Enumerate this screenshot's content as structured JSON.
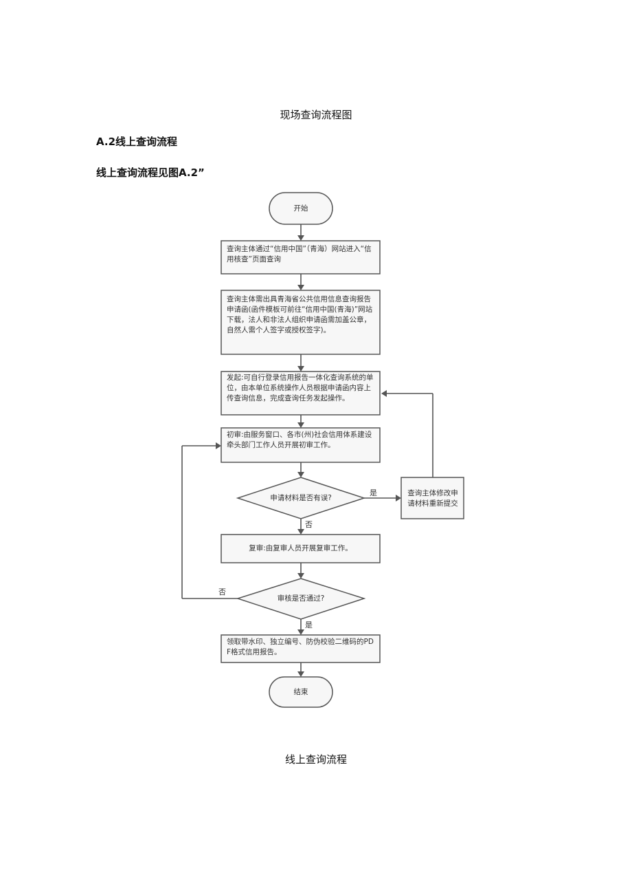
{
  "captions": {
    "top": "现场查询流程图",
    "section_heading": "A.2线上查询流程",
    "intro": "线上查询流程见图A.2”",
    "bottom": "线上查询流程"
  },
  "flowchart": {
    "start": "开始",
    "step1": "查询主体通过“信用中国”（青海）网站进入“信用核查”页面查询",
    "step2": "查询主体需出具青海省公共信用信息查询报告申请函(函件模板可前往“信用中国(青海)”网站下载，法人和非法人组织申请函需加盖公章，自然人需个人签字或授权签字)。",
    "step3": "发起:可自行登录信用报告一体化查询系统的单位，由本单位系统操作人员根据申请函内容上传查询信息，完成查询任务发起操作。",
    "step4": "初审:由服务窗口、各市(州)社会信用体系建设牵头部门工作人员开展初审工作。",
    "decision1": "申请材料是否有误?",
    "side_box": "查询主体修改申请材料重新提交",
    "step5": "复审:由复审人员开展复审工作。",
    "decision2": "审核是否通过?",
    "step6": "领取带水印、独立编号、防伪校验二维码的PDF格式信用报告。",
    "end": "结束",
    "labels": {
      "d1_yes": "是",
      "d1_no": "否",
      "d2_no": "否",
      "d2_yes": "是"
    }
  }
}
